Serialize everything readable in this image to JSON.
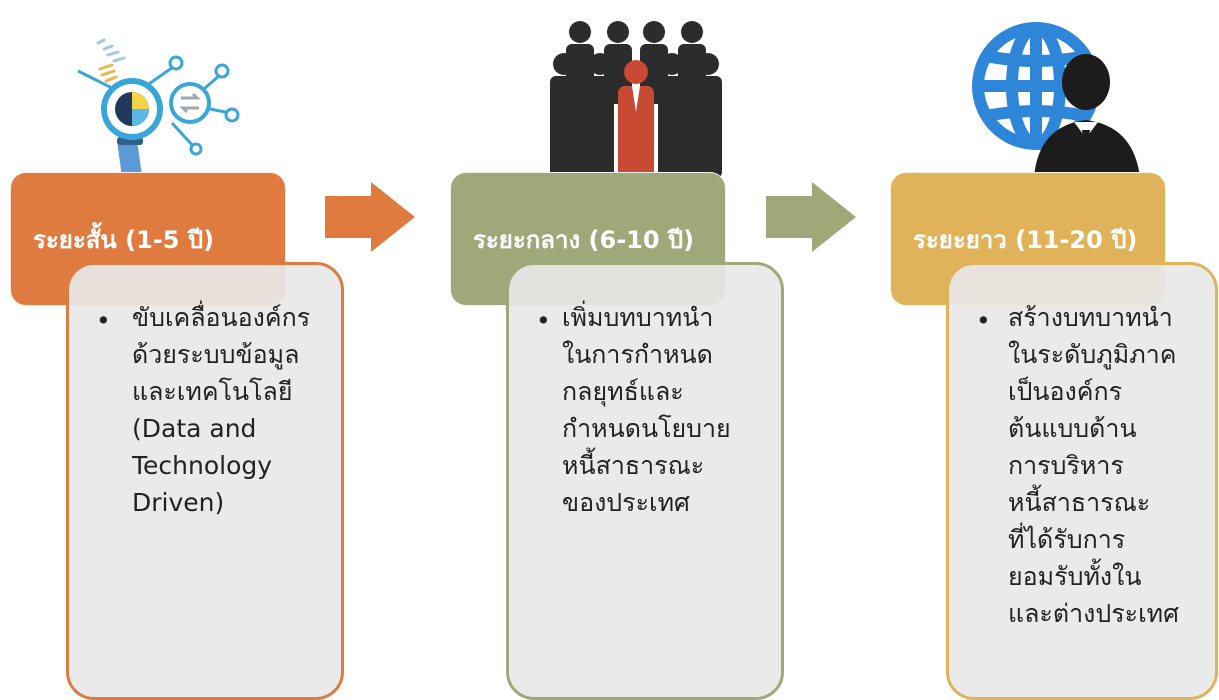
{
  "stages": [
    {
      "label": "ระยะสั้น (1-5 ปี)",
      "bullet_text": "ขับเคลื่อนองค์กร\nด้วยระบบข้อมูล\nและเทคโนโลยี\n(Data and\nTechnology\nDriven)",
      "color": "#e07b40",
      "border": "#e07b40",
      "icon": "analytics-magnifier-icon"
    },
    {
      "label": "ระยะกลาง (6-10 ปี)",
      "bullet_text": "เพิ่มบทบาทนำ\nในการกำหนด\nกลยุทธ์และ\nกำหนดนโยบาย\nหนี้สาธารณะ\nของประเทศ",
      "color": "#9ea878",
      "border": "#9ea878",
      "icon": "team-crowd-icon"
    },
    {
      "label": "ระยะยาว (11-20 ปี)",
      "bullet_text": "สร้างบทบาทนำ\nในระดับภูมิภาค\nเป็นองค์กร\nต้นแบบด้าน\nการบริหาร\nหนี้สาธารณะ\nที่ได้รับการ\nยอมรับทั้งใน\nและต่างประเทศ",
      "color": "#e0b35a",
      "border": "#e0b35a",
      "icon": "globe-businessman-icon"
    }
  ],
  "arrows": [
    {
      "color": "#e07b40"
    },
    {
      "color": "#9ea878"
    }
  ]
}
